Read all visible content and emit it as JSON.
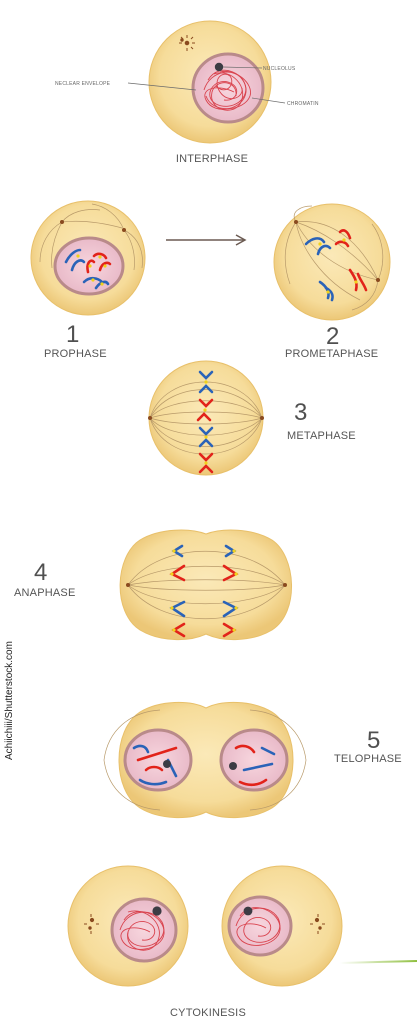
{
  "labels": {
    "nucleolus": "NUCLEOLUS",
    "nuclear_envelope": "NECLEAR ENVELOPE",
    "chromatin": "CHROMATIN",
    "interphase": "INTERPHASE",
    "prophase_num": "1",
    "prophase": "PROPHASE",
    "prometaphase_num": "2",
    "prometaphase": "PROMETAPHASE",
    "metaphase_num": "3",
    "metaphase": "METAPHASE",
    "anaphase_num": "4",
    "anaphase": "ANAPHASE",
    "telophase_num": "5",
    "telophase": "TELOPHASE",
    "cytokinesis": "CYTOKINESIS"
  },
  "credit": "Achiichiii/Shutterstock.com",
  "colors": {
    "cytoplasm": "#f6dc9a",
    "cell_edge": "#e8c06a",
    "nucleus": "#f2c8d2",
    "nuclear_envelope": "#b98a8a",
    "chromatin": "#d9434e",
    "chromosome_red": "#e2231a",
    "chromosome_blue": "#2a63b8",
    "centromere": "#f1d21a",
    "centrosome": "#8a4a1f",
    "spindle": "#b89a6a",
    "nucleolus": "#3c3c44",
    "arrow": "#6b5a52",
    "accent_line": "#8fbf3f"
  }
}
